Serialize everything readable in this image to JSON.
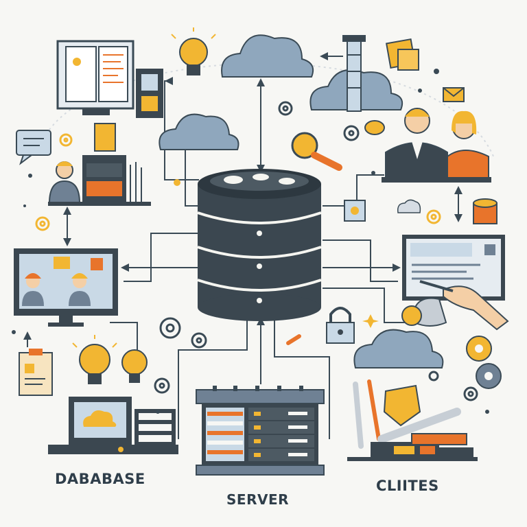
{
  "labels": {
    "database": "DABABASE",
    "server": "SERVER",
    "clients": "CLIITES"
  },
  "colors": {
    "background": "#f7f7f4",
    "line": "#3a4a55",
    "dark": "#3b4750",
    "cloud": "#8fa7bd",
    "accent_yellow": "#f2b632",
    "accent_orange": "#e8742b",
    "screen_blue": "#c9d9e6"
  },
  "icons": [
    "database-cylinder-icon",
    "server-rack-icon",
    "cloud-icon",
    "lightbulb-icon",
    "gear-icon",
    "magnifier-icon",
    "monitor-icon",
    "person-icon",
    "padlock-icon",
    "envelope-icon",
    "pen-icon"
  ]
}
